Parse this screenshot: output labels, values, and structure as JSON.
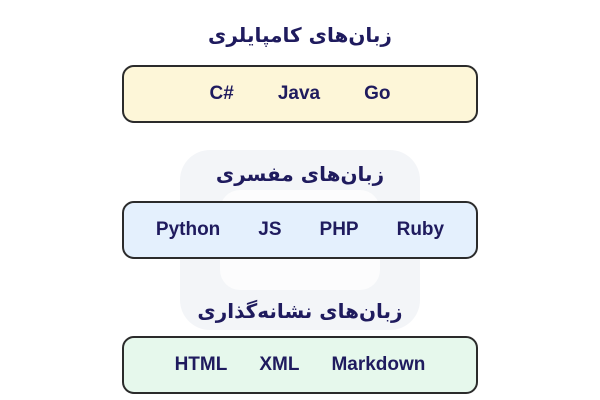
{
  "sections": [
    {
      "title": "زبان‌های کامپایلری",
      "items": [
        "C#",
        "Java",
        "Go"
      ],
      "color": "#fdf6d8"
    },
    {
      "title": "زبان‌های مفسری",
      "items": [
        "Python",
        "JS",
        "PHP",
        "Ruby"
      ],
      "color": "#e4f0fd"
    },
    {
      "title": "زبان‌های نشانه‌گذاری",
      "items": [
        "HTML",
        "XML",
        "Markdown"
      ],
      "color": "#e6f8ec"
    }
  ]
}
